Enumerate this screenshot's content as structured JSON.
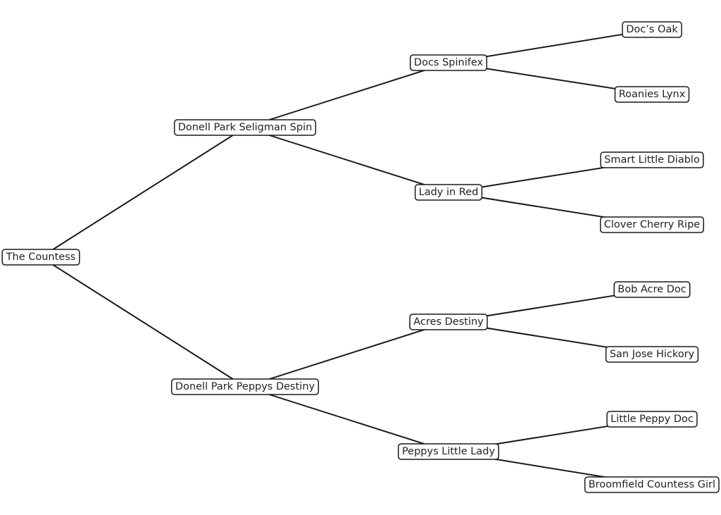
{
  "pedigree": {
    "root": {
      "name": "The Countess",
      "sire": {
        "name": "Donell Park Seligman Spin",
        "sire": {
          "name": "Docs Spinifex",
          "sire": {
            "name": "Doc’s Oak"
          },
          "dam": {
            "name": "Roanies Lynx"
          }
        },
        "dam": {
          "name": "Lady in Red",
          "sire": {
            "name": "Smart Little Diablo"
          },
          "dam": {
            "name": "Clover Cherry Ripe"
          }
        }
      },
      "dam": {
        "name": "Donell Park Peppys Destiny",
        "sire": {
          "name": "Acres Destiny",
          "sire": {
            "name": "Bob Acre Doc"
          },
          "dam": {
            "name": "San Jose Hickory"
          }
        },
        "dam": {
          "name": "Peppys Little Lady",
          "sire": {
            "name": "Little Peppy Doc"
          },
          "dam": {
            "name": "Broomfield Countess Girl"
          }
        }
      }
    }
  },
  "colors": {
    "line": "#1a1a1a",
    "box_fill": "#ffffff",
    "text": "#222222"
  }
}
